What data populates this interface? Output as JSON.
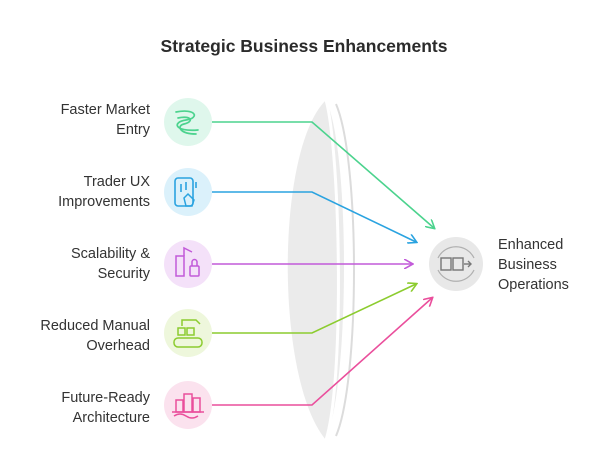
{
  "title": "Strategic Business Enhancements",
  "inputs": [
    {
      "label_line1": "Faster Market",
      "label_line2": "Entry",
      "icon": "winding-road-icon",
      "color": "#4cd38e",
      "bg": "#dff7ec"
    },
    {
      "label_line1": "Trader UX",
      "label_line2": "Improvements",
      "icon": "touch-device-icon",
      "color": "#2aa3e0",
      "bg": "#dbf1fb"
    },
    {
      "label_line1": "Scalability &",
      "label_line2": "Security",
      "icon": "secure-buildings-icon",
      "color": "#c25ad9",
      "bg": "#f4e1f9"
    },
    {
      "label_line1": "Reduced Manual",
      "label_line2": "Overhead",
      "icon": "robot-conveyor-icon",
      "color": "#8ccc2f",
      "bg": "#eef7dc"
    },
    {
      "label_line1": "Future-Ready",
      "label_line2": "Architecture",
      "icon": "architecture-buildings-icon",
      "color": "#ea4f9c",
      "bg": "#fbe2ee"
    }
  ],
  "output": {
    "line1": "Enhanced",
    "line2": "Business",
    "line3": "Operations",
    "icon": "process-flow-icon",
    "bg": "#e8e8e8"
  }
}
